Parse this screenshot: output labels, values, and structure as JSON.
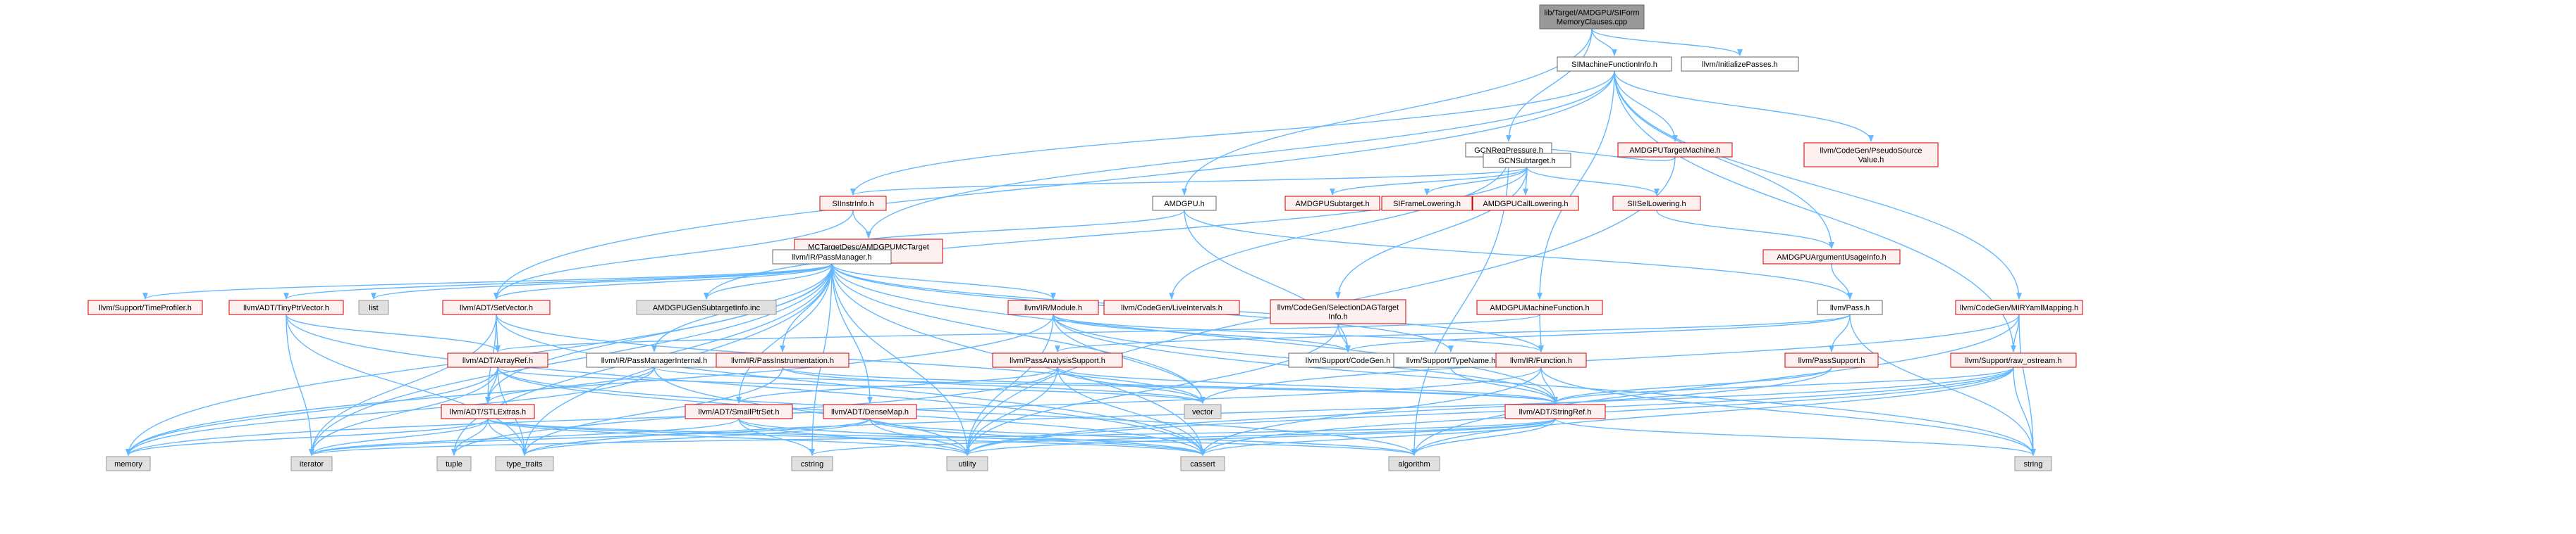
{
  "diagram": {
    "title": "",
    "colors": {
      "root_fill": "#999999",
      "root_stroke": "#666666",
      "doc_fill": "#ffffff",
      "doc_stroke": "#666666",
      "nodoc_fill": "#fff0f0",
      "nodoc_stroke": "#cc0000",
      "sys_fill": "#e0e0e0",
      "sys_stroke": "#999999",
      "edge": "#63b8ff"
    },
    "nodes": [
      {
        "id": "root",
        "lines": [
          "lib/Target/AMDGPU/SIForm",
          "MemoryClauses.cpp"
        ],
        "kind": "root"
      },
      {
        "id": "simfi",
        "lines": [
          "SIMachineFunctionInfo.h"
        ],
        "kind": "doc"
      },
      {
        "id": "initpasses",
        "lines": [
          "llvm/InitializePasses.h"
        ],
        "kind": "doc"
      },
      {
        "id": "gcnrp",
        "lines": [
          "GCNRegPressure.h"
        ],
        "kind": "doc"
      },
      {
        "id": "amdgputm",
        "lines": [
          "AMDGPUTargetMachine.h"
        ],
        "kind": "nodoc"
      },
      {
        "id": "psv",
        "lines": [
          "llvm/CodeGen/PseudoSource",
          "Value.h"
        ],
        "kind": "nodoc"
      },
      {
        "id": "gcnsub",
        "lines": [
          "GCNSubtarget.h"
        ],
        "kind": "doc"
      },
      {
        "id": "siinstr",
        "lines": [
          "SIInstrInfo.h"
        ],
        "kind": "nodoc"
      },
      {
        "id": "amdgpuh",
        "lines": [
          "AMDGPU.h"
        ],
        "kind": "doc"
      },
      {
        "id": "amdgpusub",
        "lines": [
          "AMDGPUSubtarget.h"
        ],
        "kind": "nodoc"
      },
      {
        "id": "siframe",
        "lines": [
          "SIFrameLowering.h"
        ],
        "kind": "nodoc"
      },
      {
        "id": "amdgpucall",
        "lines": [
          "AMDGPUCallLowering.h"
        ],
        "kind": "nodoc"
      },
      {
        "id": "siisel",
        "lines": [
          "SIISelLowering.h"
        ],
        "kind": "nodoc"
      },
      {
        "id": "mctd",
        "lines": [
          "MCTargetDesc/AMDGPUMCTarget",
          "Desc.h"
        ],
        "kind": "nodoc"
      },
      {
        "id": "pm",
        "lines": [
          "llvm/IR/PassManager.h"
        ],
        "kind": "doc"
      },
      {
        "id": "argusage",
        "lines": [
          "AMDGPUArgumentUsageInfo.h"
        ],
        "kind": "nodoc"
      },
      {
        "id": "mirymap",
        "lines": [
          "llvm/CodeGen/MIRYamlMapping.h"
        ],
        "kind": "nodoc"
      },
      {
        "id": "timeprof",
        "lines": [
          "llvm/Support/TimeProfiler.h"
        ],
        "kind": "nodoc"
      },
      {
        "id": "tinyptr",
        "lines": [
          "llvm/ADT/TinyPtrVector.h"
        ],
        "kind": "nodoc"
      },
      {
        "id": "list",
        "lines": [
          "list"
        ],
        "kind": "sys"
      },
      {
        "id": "setvec",
        "lines": [
          "llvm/ADT/SetVector.h"
        ],
        "kind": "nodoc"
      },
      {
        "id": "gensub",
        "lines": [
          "AMDGPUGenSubtargetInfo.inc"
        ],
        "kind": "sys"
      },
      {
        "id": "irmodule",
        "lines": [
          "llvm/IR/Module.h"
        ],
        "kind": "nodoc"
      },
      {
        "id": "liveint",
        "lines": [
          "llvm/CodeGen/LiveIntervals.h"
        ],
        "kind": "nodoc"
      },
      {
        "id": "seldag",
        "lines": [
          "llvm/CodeGen/SelectionDAGTarget",
          "Info.h"
        ],
        "kind": "nodoc"
      },
      {
        "id": "amdgpumf",
        "lines": [
          "AMDGPUMachineFunction.h"
        ],
        "kind": "nodoc"
      },
      {
        "id": "passh",
        "lines": [
          "llvm/Pass.h"
        ],
        "kind": "doc"
      },
      {
        "id": "arrayref",
        "lines": [
          "llvm/ADT/ArrayRef.h"
        ],
        "kind": "nodoc"
      },
      {
        "id": "pmint",
        "lines": [
          "llvm/IR/PassManagerInternal.h"
        ],
        "kind": "doc"
      },
      {
        "id": "passinst",
        "lines": [
          "llvm/IR/PassInstrumentation.h"
        ],
        "kind": "nodoc"
      },
      {
        "id": "pasup",
        "lines": [
          "llvm/PassAnalysisSupport.h"
        ],
        "kind": "nodoc"
      },
      {
        "id": "codegen",
        "lines": [
          "llvm/Support/CodeGen.h"
        ],
        "kind": "doc"
      },
      {
        "id": "typename",
        "lines": [
          "llvm/Support/TypeName.h"
        ],
        "kind": "doc"
      },
      {
        "id": "irfunc",
        "lines": [
          "llvm/IR/Function.h"
        ],
        "kind": "nodoc"
      },
      {
        "id": "passsup",
        "lines": [
          "llvm/PassSupport.h"
        ],
        "kind": "nodoc"
      },
      {
        "id": "rawos",
        "lines": [
          "llvm/Support/raw_ostream.h"
        ],
        "kind": "nodoc"
      },
      {
        "id": "stlextras",
        "lines": [
          "llvm/ADT/STLExtras.h"
        ],
        "kind": "nodoc"
      },
      {
        "id": "smallptr",
        "lines": [
          "llvm/ADT/SmallPtrSet.h"
        ],
        "kind": "nodoc"
      },
      {
        "id": "densemap",
        "lines": [
          "llvm/ADT/DenseMap.h"
        ],
        "kind": "nodoc"
      },
      {
        "id": "vector",
        "lines": [
          "vector"
        ],
        "kind": "sys"
      },
      {
        "id": "stringref",
        "lines": [
          "llvm/ADT/StringRef.h"
        ],
        "kind": "nodoc"
      },
      {
        "id": "memory",
        "lines": [
          "memory"
        ],
        "kind": "sys"
      },
      {
        "id": "iterator",
        "lines": [
          "iterator"
        ],
        "kind": "sys"
      },
      {
        "id": "tuple",
        "lines": [
          "tuple"
        ],
        "kind": "sys"
      },
      {
        "id": "typetraits",
        "lines": [
          "type_traits"
        ],
        "kind": "sys"
      },
      {
        "id": "cstring",
        "lines": [
          "cstring"
        ],
        "kind": "sys"
      },
      {
        "id": "utility",
        "lines": [
          "utility"
        ],
        "kind": "sys"
      },
      {
        "id": "cassert",
        "lines": [
          "cassert"
        ],
        "kind": "sys"
      },
      {
        "id": "algorithm",
        "lines": [
          "algorithm"
        ],
        "kind": "sys"
      },
      {
        "id": "string",
        "lines": [
          "string"
        ],
        "kind": "sys"
      }
    ],
    "edges": [
      [
        "root",
        "simfi"
      ],
      [
        "root",
        "initpasses"
      ],
      [
        "root",
        "gcnrp"
      ],
      [
        "root",
        "amdgpuh"
      ],
      [
        "simfi",
        "amdgputm"
      ],
      [
        "simfi",
        "psv"
      ],
      [
        "simfi",
        "mirymap"
      ],
      [
        "simfi",
        "argusage"
      ],
      [
        "simfi",
        "amdgpumf"
      ],
      [
        "simfi",
        "siinstr"
      ],
      [
        "simfi",
        "setvec"
      ],
      [
        "simfi",
        "mctd"
      ],
      [
        "simfi",
        "rawos"
      ],
      [
        "gcnrp",
        "gcnsub"
      ],
      [
        "gcnrp",
        "liveint"
      ],
      [
        "gcnrp",
        "algorithm"
      ],
      [
        "amdgputm",
        "gcnsub"
      ],
      [
        "amdgputm",
        "utility"
      ],
      [
        "gcnsub",
        "siinstr"
      ],
      [
        "gcnsub",
        "amdgpusub"
      ],
      [
        "gcnsub",
        "siframe"
      ],
      [
        "gcnsub",
        "amdgpucall"
      ],
      [
        "gcnsub",
        "siisel"
      ],
      [
        "gcnsub",
        "seldag"
      ],
      [
        "gcnsub",
        "gensub"
      ],
      [
        "siinstr",
        "mctd"
      ],
      [
        "siinstr",
        "setvec"
      ],
      [
        "siisel",
        "argusage"
      ],
      [
        "argusage",
        "passh"
      ],
      [
        "amdgpuh",
        "pm"
      ],
      [
        "amdgpuh",
        "passh"
      ],
      [
        "amdgpuh",
        "codegen"
      ],
      [
        "pm",
        "timeprof"
      ],
      [
        "pm",
        "tinyptr"
      ],
      [
        "pm",
        "list"
      ],
      [
        "pm",
        "setvec"
      ],
      [
        "pm",
        "gensub"
      ],
      [
        "pm",
        "irmodule"
      ],
      [
        "pm",
        "pmint"
      ],
      [
        "pm",
        "passinst"
      ],
      [
        "pm",
        "stlextras"
      ],
      [
        "pm",
        "smallptr"
      ],
      [
        "pm",
        "densemap"
      ],
      [
        "pm",
        "typename"
      ],
      [
        "pm",
        "irfunc"
      ],
      [
        "pm",
        "vector"
      ],
      [
        "pm",
        "memory"
      ],
      [
        "pm",
        "iterator"
      ],
      [
        "pm",
        "tuple"
      ],
      [
        "pm",
        "typetraits"
      ],
      [
        "pm",
        "cstring"
      ],
      [
        "pm",
        "utility"
      ],
      [
        "pm",
        "cassert"
      ],
      [
        "pm",
        "stringref"
      ],
      [
        "tinyptr",
        "arrayref"
      ],
      [
        "tinyptr",
        "iterator"
      ],
      [
        "tinyptr",
        "cassert"
      ],
      [
        "tinyptr",
        "typetraits"
      ],
      [
        "setvec",
        "arrayref"
      ],
      [
        "setvec",
        "stlextras"
      ],
      [
        "setvec",
        "cassert"
      ],
      [
        "setvec",
        "iterator"
      ],
      [
        "setvec",
        "vector"
      ],
      [
        "irmodule",
        "codegen"
      ],
      [
        "irmodule",
        "stringref"
      ],
      [
        "irmodule",
        "memory"
      ],
      [
        "irmodule",
        "string"
      ],
      [
        "irmodule",
        "vector"
      ],
      [
        "irmodule",
        "irfunc"
      ],
      [
        "irmodule",
        "utility"
      ],
      [
        "seldag",
        "codegen"
      ],
      [
        "seldag",
        "utility"
      ],
      [
        "amdgpumf",
        "irfunc"
      ],
      [
        "amdgpumf",
        "arrayref"
      ],
      [
        "passh",
        "pasup"
      ],
      [
        "passh",
        "passsup"
      ],
      [
        "passh",
        "string"
      ],
      [
        "passh",
        "codegen"
      ],
      [
        "arrayref",
        "stlextras"
      ],
      [
        "arrayref",
        "typetraits"
      ],
      [
        "arrayref",
        "memory"
      ],
      [
        "arrayref",
        "iterator"
      ],
      [
        "arrayref",
        "vector"
      ],
      [
        "arrayref",
        "cassert"
      ],
      [
        "arrayref",
        "algorithm"
      ],
      [
        "pmint",
        "stlextras"
      ],
      [
        "pmint",
        "stringref"
      ],
      [
        "pmint",
        "memory"
      ],
      [
        "pmint",
        "utility"
      ],
      [
        "passinst",
        "stringref"
      ],
      [
        "passinst",
        "typetraits"
      ],
      [
        "passinst",
        "vector"
      ],
      [
        "pasup",
        "smallptr"
      ],
      [
        "pasup",
        "stringref"
      ],
      [
        "pasup",
        "vector"
      ],
      [
        "pasup",
        "cassert"
      ],
      [
        "pasup",
        "utility"
      ],
      [
        "pasup",
        "tuple"
      ],
      [
        "typename",
        "stringref"
      ],
      [
        "irfunc",
        "stringref"
      ],
      [
        "irfunc",
        "string"
      ],
      [
        "irfunc",
        "cassert"
      ],
      [
        "irfunc",
        "memory"
      ],
      [
        "passsup",
        "stringref"
      ],
      [
        "passsup",
        "utility"
      ],
      [
        "rawos",
        "stringref"
      ],
      [
        "rawos",
        "cassert"
      ],
      [
        "rawos",
        "string"
      ],
      [
        "rawos",
        "utility"
      ],
      [
        "rawos",
        "algorithm"
      ],
      [
        "rawos",
        "typetraits"
      ],
      [
        "stlextras",
        "iterator"
      ],
      [
        "stlextras",
        "tuple"
      ],
      [
        "stlextras",
        "typetraits"
      ],
      [
        "stlextras",
        "utility"
      ],
      [
        "stlextras",
        "memory"
      ],
      [
        "stlextras",
        "cassert"
      ],
      [
        "stlextras",
        "algorithm"
      ],
      [
        "smallptr",
        "cstring"
      ],
      [
        "smallptr",
        "utility"
      ],
      [
        "smallptr",
        "iterator"
      ],
      [
        "smallptr",
        "cassert"
      ],
      [
        "densemap",
        "utility"
      ],
      [
        "densemap",
        "cassert"
      ],
      [
        "densemap",
        "algorithm"
      ],
      [
        "densemap",
        "typetraits"
      ],
      [
        "densemap",
        "iterator"
      ],
      [
        "stringref",
        "cstring"
      ],
      [
        "stringref",
        "utility"
      ],
      [
        "stringref",
        "cassert"
      ],
      [
        "stringref",
        "string"
      ],
      [
        "stringref",
        "algorithm"
      ],
      [
        "stringref",
        "iterator"
      ],
      [
        "mirymap",
        "rawos"
      ],
      [
        "mirymap",
        "string"
      ],
      [
        "mirymap",
        "vector"
      ],
      [
        "mirymap",
        "algorithm"
      ]
    ]
  }
}
